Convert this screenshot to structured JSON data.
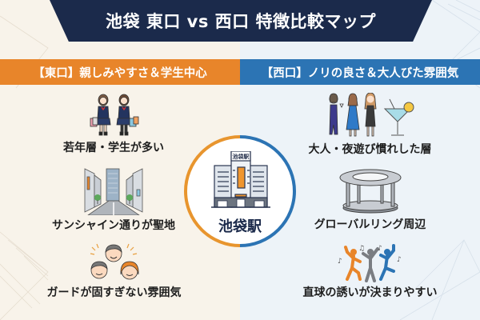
{
  "title": "池袋 東口 vs 西口 特徴比較マップ",
  "colors": {
    "title_bg": "#1b2a4b",
    "east_accent": "#e8852a",
    "west_accent": "#2c74b4",
    "east_bg": "#f8f3ea",
    "west_bg": "#edf3f8"
  },
  "east": {
    "heading": "【東口】親しみやすさ＆学生中心",
    "items": [
      {
        "icon": "schoolgirls-shopping-icon",
        "label": "若年層・学生が多い"
      },
      {
        "icon": "city-street-icon",
        "label": "サンシャイン通りが聖地"
      },
      {
        "icon": "smiling-faces-icon",
        "label": "ガードが固すぎない雰囲気"
      }
    ]
  },
  "west": {
    "heading": "【西口】ノリの良さ＆大人びた雰囲気",
    "items": [
      {
        "icon": "women-cocktail-icon",
        "label": "大人・夜遊び慣れした層"
      },
      {
        "icon": "global-ring-icon",
        "label": "グローバルリング周辺"
      },
      {
        "icon": "dancing-people-icon",
        "label": "直球の誘いが決まりやすい"
      }
    ]
  },
  "center": {
    "icon": "station-building-icon",
    "sign": "池袋駅",
    "label": "池袋駅"
  }
}
